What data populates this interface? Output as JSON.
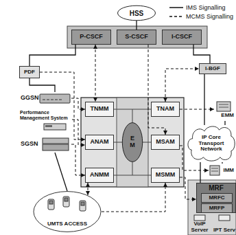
{
  "diagram": {
    "nodes": [
      {
        "text": [
          "HSS"
        ]
      },
      {
        "text": [
          "P-CSCF"
        ]
      },
      {
        "text": [
          "S-CSCF"
        ]
      },
      {
        "text": [
          "I-CSCF"
        ]
      },
      {
        "text": [
          "PDF"
        ]
      },
      {
        "text": [
          "I-BGF"
        ]
      },
      {
        "text": [
          "GGSN"
        ]
      },
      {
        "text": [
          "Performance Management System"
        ]
      },
      {
        "text": [
          "SGSN"
        ]
      },
      {
        "text": [
          "TNMM"
        ]
      },
      {
        "text": [
          "TNAM"
        ]
      },
      {
        "text": [
          "E M"
        ]
      },
      {
        "text": [
          "ANAM"
        ]
      },
      {
        "text": [
          "MSAM"
        ]
      },
      {
        "text": [
          "ANMM"
        ]
      },
      {
        "text": [
          "MSMM"
        ]
      },
      {
        "text": [
          "EMM"
        ]
      },
      {
        "text": [
          "IP Core Transport Network"
        ]
      },
      {
        "text": [
          "IMM"
        ]
      },
      {
        "text": [
          "UMTS ACCESS"
        ]
      },
      {
        "text": [
          "MRF"
        ]
      },
      {
        "text": [
          "MRFC"
        ],
        "in": 20
      },
      {
        "text": [
          "MRFP"
        ],
        "in": 20
      },
      {
        "text": [
          "VoIP Server"
        ]
      },
      {
        "text": [
          "IPT Serv"
        ]
      }
    ],
    "edges": [
      {
        "from": 0,
        "to": 2,
        "arrow": "none"
      },
      {
        "from": 1,
        "to": 4,
        "arrow": "none"
      },
      {
        "from": 4,
        "to": 6,
        "arrow": "none"
      },
      {
        "from": 3,
        "to": 5,
        "arrow": "none"
      },
      {
        "from": 5,
        "to": 17,
        "arrow": "none"
      },
      {
        "from": 16,
        "to": 17,
        "arrow": "none"
      },
      {
        "from": 18,
        "to": 17,
        "arrow": "none"
      },
      {
        "from": 17,
        "to": 20,
        "arrow": "none"
      },
      {
        "from": 8,
        "to": 19,
        "arrow": "none"
      },
      {
        "from": 1,
        "to": 9,
        "arrow": "both"
      },
      {
        "from": 2,
        "to": 13,
        "arrow": "to"
      },
      {
        "from": 4,
        "to": 12,
        "arrow": "to"
      },
      {
        "from": 6,
        "to": 9,
        "arrow": "to"
      },
      {
        "from": 7,
        "to": 12,
        "arrow": "to"
      },
      {
        "from": 8,
        "to": 14,
        "arrow": "to"
      },
      {
        "from": 19,
        "to": 14,
        "arrow": "both"
      },
      {
        "from": 19,
        "to": 15,
        "arrow": "to"
      },
      {
        "from": 10,
        "to": 5,
        "arrow": "both"
      },
      {
        "from": 10,
        "to": 16,
        "arrow": "to"
      },
      {
        "from": 13,
        "to": 18,
        "arrow": "to"
      },
      {
        "from": 15,
        "to": 20,
        "arrow": "to"
      }
    ],
    "legend": [
      {
        "text": "IMS Signalling"
      },
      {
        "text": "MCMS Signalling"
      }
    ]
  }
}
